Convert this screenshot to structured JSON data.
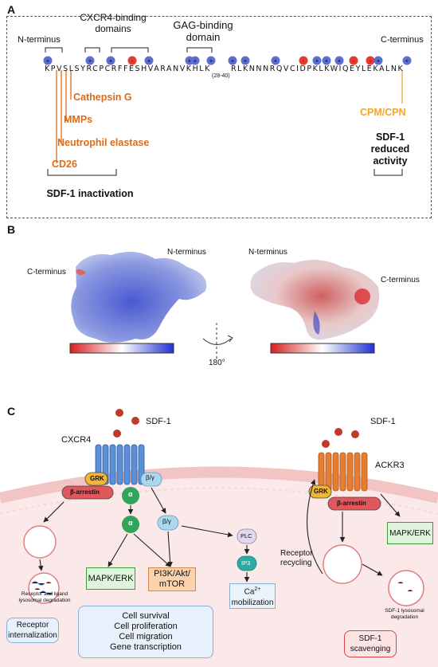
{
  "panel_a": {
    "letter": "A",
    "n_terminus": "N-terminus",
    "c_terminus": "C-terminus",
    "cxcr4_domains_line1": "CXCR4-binding",
    "cxcr4_domains_line2": "domains",
    "gag_domain_line1": "GAG-binding",
    "gag_domain_line2": "domain",
    "sequence_part1": "KPVSLSYRCPCRFFESHVARANVKHLK",
    "gag_range": "(28-40)",
    "sequence_part2": "RLKNNNRQVCIDPKLKWIQEYLEKALNK",
    "cathepsin": "Cathepsin G",
    "mmps": "MMPs",
    "neutrophil_elastase": "Neutrophil elastase",
    "cd26": "CD26",
    "inactivation": "SDF-1 inactivation",
    "cpm_cpn": "CPM/CPN",
    "reduced_line1": "SDF-1",
    "reduced_line2": "reduced",
    "reduced_line3": "activity",
    "positive_charge_color": "#5a6fd8",
    "negative_charge_color": "#e8392e"
  },
  "panel_b": {
    "letter": "B",
    "left_c_terminus": "C-terminus",
    "left_n_terminus": "N-terminus",
    "right_n_terminus": "N-terminus",
    "right_c_terminus": "C-terminus",
    "rotation": "180°"
  },
  "panel_c": {
    "letter": "C",
    "sdf1_left": "SDF-1",
    "sdf1_right": "SDF-1",
    "cxcr4": "CXCR4",
    "ackr3": "ACKR3",
    "grk_left": "GRK",
    "grk_right": "GRK",
    "barr_left": "β-arrestin",
    "barr_right": "β-arrestin",
    "alpha": "α",
    "beta_gamma": "β/γ",
    "alpha2": "α",
    "beta_gamma2": "β/γ",
    "plc": "PLC",
    "ip3": "IP3",
    "mapk_left": "MAPK/ERK",
    "pi3k": "PI3K/Akt/ mTOR",
    "ca_mobilization": "mobilization",
    "ca_label": "Ca",
    "ca_sup": "2+",
    "outcomes": [
      "Cell survival",
      "Cell proliferation",
      "Cell migration",
      "Gene transcription"
    ],
    "degradation_left": "Receptor and ligand lysosomal degradation",
    "internalization": "Receptor internalization",
    "receptor_recycling": "Receptor recycling",
    "mapk_right": "MAPK/ERK",
    "sdf1_degradation": "SDF-1 lysosomal degradation",
    "scavenging": "SDF-1 scavenging"
  }
}
